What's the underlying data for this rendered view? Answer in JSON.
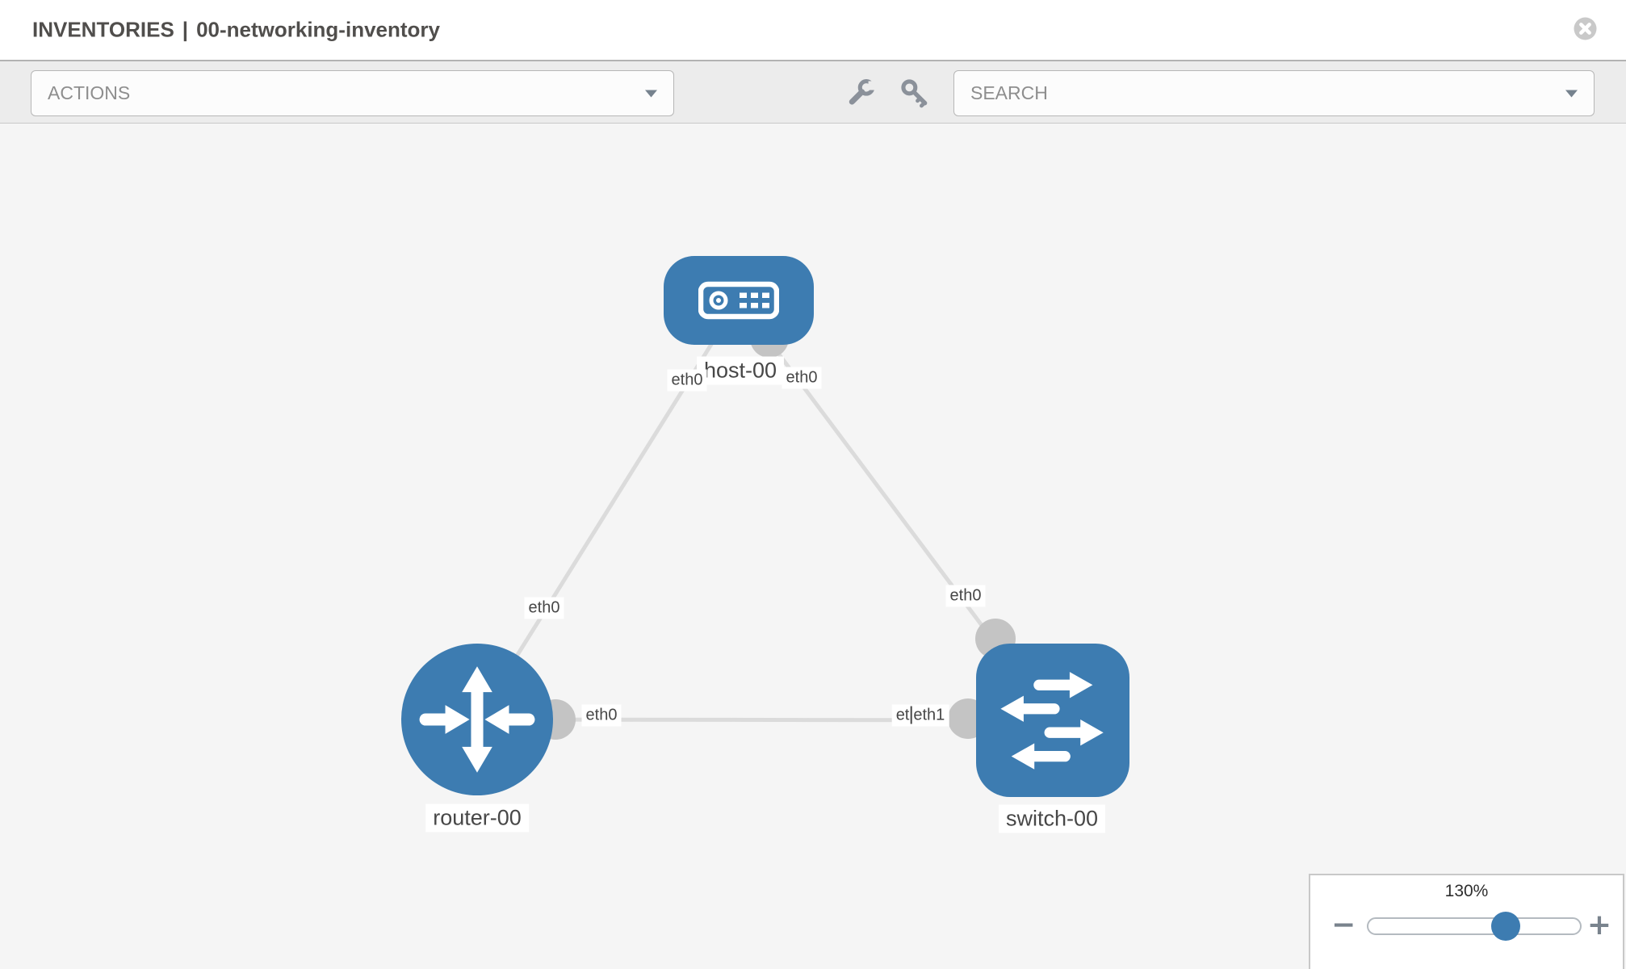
{
  "header": {
    "title_primary": "INVENTORIES",
    "title_separator": "|",
    "title_secondary": "00-networking-inventory"
  },
  "toolbar": {
    "actions_label": "ACTIONS",
    "search_label": "SEARCH",
    "tools": [
      {
        "name": "wrench",
        "icon": "wrench-icon"
      },
      {
        "name": "key",
        "icon": "key-icon"
      }
    ]
  },
  "topology": {
    "nodes": [
      {
        "id": "host-00",
        "type": "host",
        "label": "host-00",
        "icon": "server-icon",
        "shape": "rounded-rectangle",
        "color": "#3d7cb1"
      },
      {
        "id": "router-00",
        "type": "router",
        "label": "router-00",
        "icon": "router-arrows-icon",
        "shape": "circle",
        "color": "#3d7cb1"
      },
      {
        "id": "switch-00",
        "type": "switch",
        "label": "switch-00",
        "icon": "switch-arrows-icon",
        "shape": "rounded-square",
        "color": "#3d7cb1"
      }
    ],
    "links": [
      {
        "source": "host-00",
        "target": "router-00",
        "source_label": "eth0",
        "target_label": "eth0"
      },
      {
        "source": "host-00",
        "target": "switch-00",
        "source_label": "eth0",
        "target_label": "eth0"
      },
      {
        "source": "router-00",
        "target": "switch-00",
        "source_label": "eth0",
        "target_label": "eth1",
        "target_label_overlap": "et"
      }
    ]
  },
  "zoom_control": {
    "level_label": "130%",
    "zoom_out_label": "−",
    "zoom_in_label": "+",
    "slider_value_percent": 65
  },
  "colors": {
    "node_blue": "#3d7cb1",
    "link_gray": "#dbdbdb",
    "port_gray": "#c4c4c4",
    "toolbar_bg": "#ececec",
    "canvas_bg": "#f5f5f5"
  }
}
